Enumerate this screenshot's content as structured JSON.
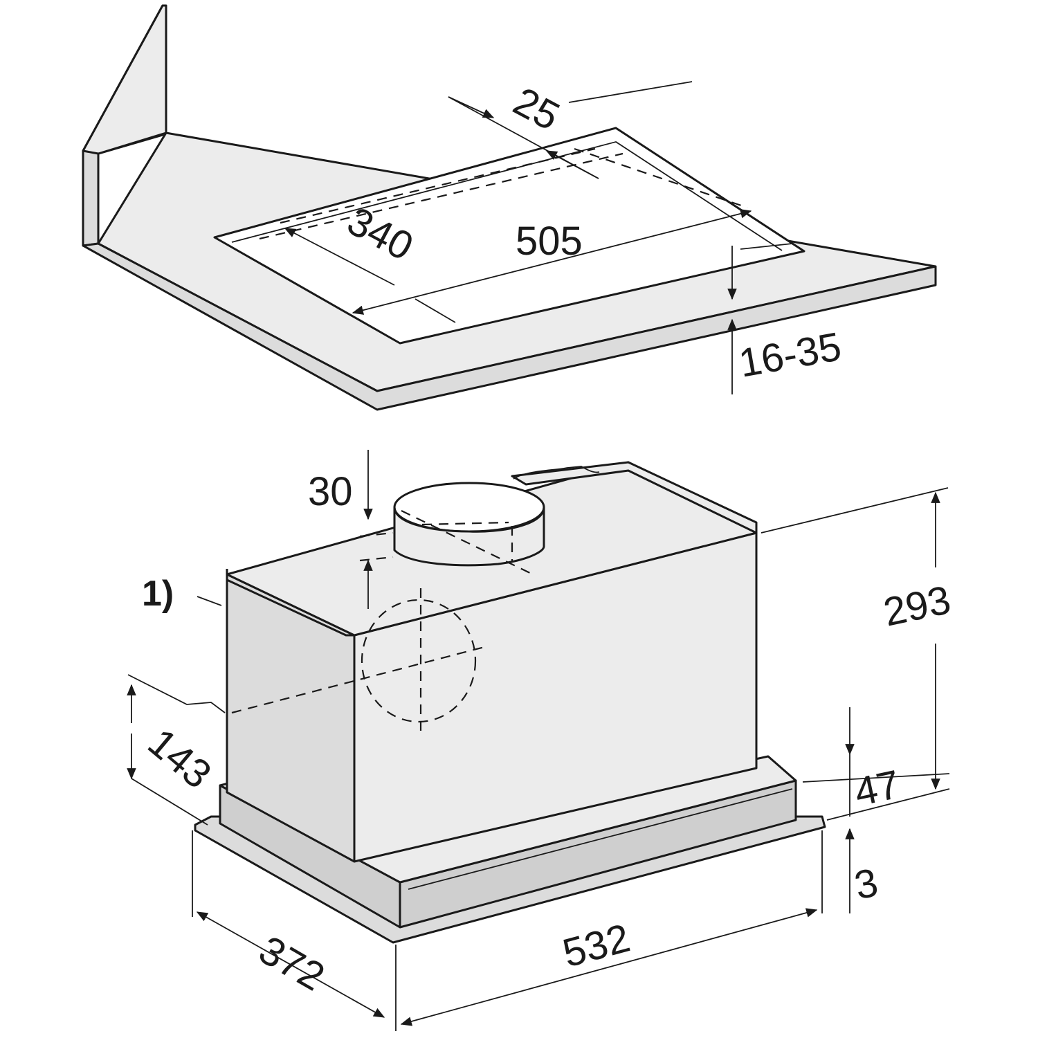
{
  "worktop_cutout": {
    "inset_depth": "25",
    "cutout_depth": "340",
    "cutout_width": "505",
    "worktop_thickness": "16-35"
  },
  "appliance": {
    "note_marker": "1)",
    "duct_offset": "30",
    "total_height": "293",
    "duct_side_height": "143",
    "trim_height": "47",
    "frame_height": "3",
    "depth": "372",
    "width": "532"
  }
}
